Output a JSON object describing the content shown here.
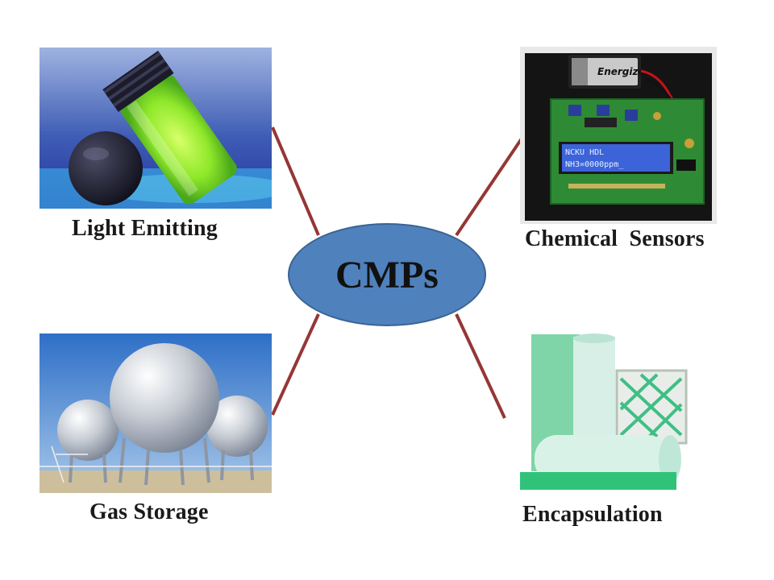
{
  "center": {
    "label": "CMPs"
  },
  "applications": [
    {
      "label": "Light Emitting",
      "icon": "glowing-vial-photo"
    },
    {
      "label": "Chemical  Sensors",
      "icon": "sensor-circuit-board-photo",
      "lcd_line1": "NCKU HDL",
      "lcd_line2": "NH3=0000ppm_",
      "battery_brand": "Energizer"
    },
    {
      "label": "Gas Storage",
      "icon": "spherical-gas-tanks-photo"
    },
    {
      "label": "Encapsulation",
      "icon": "filter-media-rolls-photo"
    }
  ],
  "colors": {
    "hub_fill": "#4f81bd",
    "connector": "#953735",
    "label_text": "#1a1a1a"
  }
}
